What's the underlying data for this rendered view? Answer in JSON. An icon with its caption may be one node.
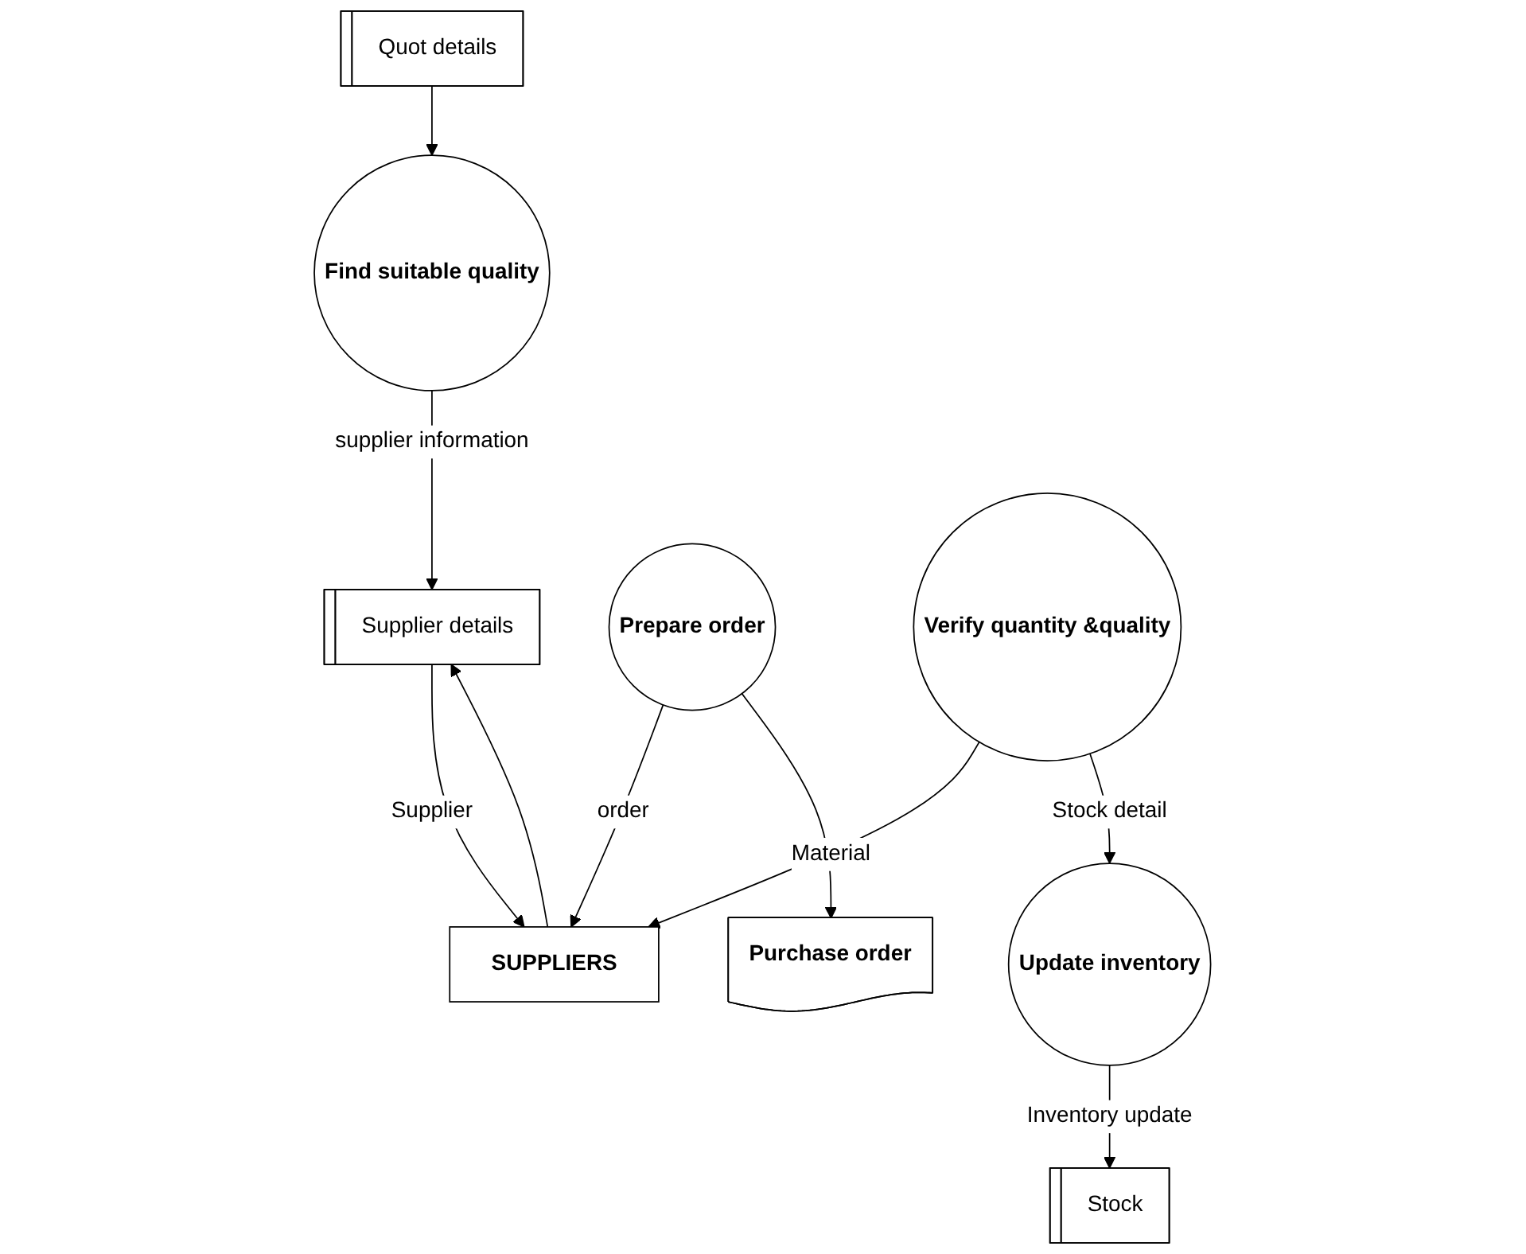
{
  "diagram": {
    "nodes": [
      {
        "text": [
          "Supplier details"
        ]
      },
      {
        "text": [
          "Quot details"
        ]
      },
      {
        "text": [
          "SUPPLIERS"
        ]
      },
      {
        "text": [
          "Find suitable quality"
        ]
      },
      {
        "text": [
          "Prepare order"
        ]
      },
      {
        "text": [
          "Purchase order"
        ]
      },
      {
        "text": [
          "Verify quantity &quality"
        ]
      },
      {
        "text": [
          "Update inventory"
        ]
      },
      {
        "text": [
          "Stock"
        ]
      }
    ],
    "edges": [
      {
        "from": 0,
        "to": 2,
        "arrow": "to",
        "label": "Supplier"
      },
      {
        "from": 2,
        "to": 0,
        "arrow": "to"
      },
      {
        "from": 3,
        "to": 0,
        "arrow": "to",
        "label": "supplier information"
      },
      {
        "from": 1,
        "to": 3,
        "arrow": "to"
      },
      {
        "from": 4,
        "to": 2,
        "arrow": "to",
        "label": "order"
      },
      {
        "from": 4,
        "to": 5,
        "arrow": "to"
      },
      {
        "from": 6,
        "to": 2,
        "arrow": "to",
        "label": "Material"
      },
      {
        "from": 6,
        "to": 7,
        "arrow": "to",
        "label": "Stock detail"
      },
      {
        "from": 7,
        "to": 8,
        "arrow": "to",
        "label": "Inventory update"
      }
    ]
  }
}
